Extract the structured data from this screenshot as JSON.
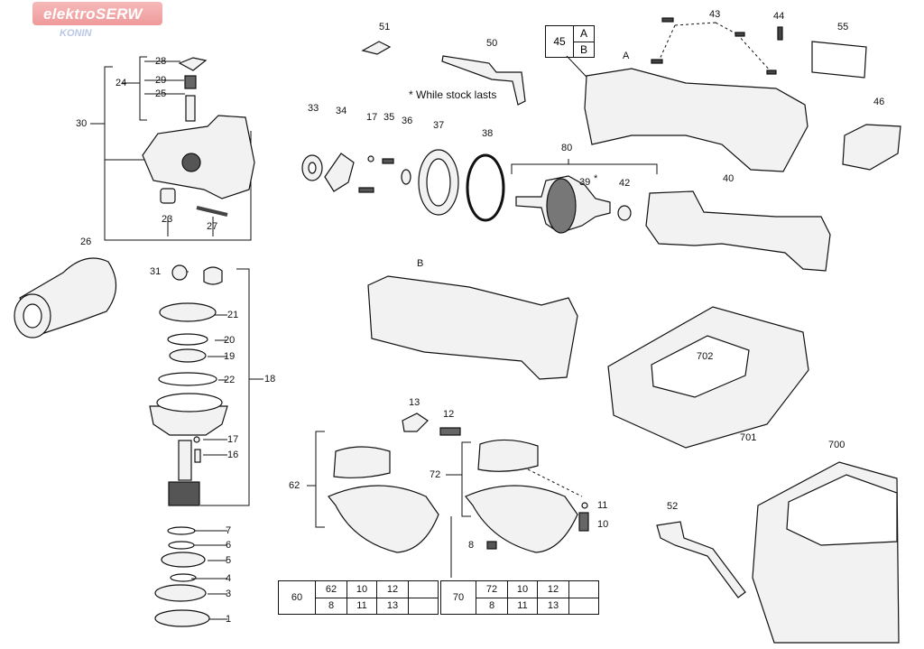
{
  "brand": {
    "name": "elektroSERW",
    "city": "KONIN"
  },
  "note": "* While stock lasts",
  "labels": {
    "l28": "28",
    "l29": "29",
    "l25": "25",
    "l24": "24",
    "l30": "30",
    "l23": "23",
    "l27": "27",
    "l26": "26",
    "l31": "31",
    "l21": "21",
    "l20": "20",
    "l19": "19",
    "l22": "22",
    "l18": "18",
    "l17a": "17",
    "l16": "16",
    "l7": "7",
    "l6": "6",
    "l5": "5",
    "l4": "4",
    "l3": "3",
    "l1": "1",
    "l51": "51",
    "l50": "50",
    "l33": "33",
    "l34": "34",
    "l17b": "17",
    "l35": "35",
    "l36": "36",
    "l37": "37",
    "l38": "38",
    "l80": "80",
    "l39": "39",
    "l39star": "*",
    "l42": "42",
    "l43": "43",
    "l44": "44",
    "l55": "55",
    "l46": "46",
    "l40": "40",
    "lA": "A",
    "lB": "B",
    "l13": "13",
    "l12": "12",
    "l62": "62",
    "l72": "72",
    "l11": "11",
    "l10": "10",
    "l8": "8",
    "l702": "702",
    "l701": "701",
    "l700": "700",
    "l52": "52"
  },
  "box45": {
    "num": "45",
    "a": "A",
    "b": "B"
  },
  "kit60": {
    "id": "60",
    "row1": [
      "62",
      "10",
      "12",
      ""
    ],
    "row2": [
      "8",
      "11",
      "13",
      ""
    ]
  },
  "kit70": {
    "id": "70",
    "row1": [
      "72",
      "10",
      "12",
      ""
    ],
    "row2": [
      "8",
      "11",
      "13",
      ""
    ]
  },
  "colors": {
    "brand_bg": "#ef9a9a",
    "line": "#111111",
    "part_fill": "#f2f2f2",
    "part_dark": "#555555"
  }
}
